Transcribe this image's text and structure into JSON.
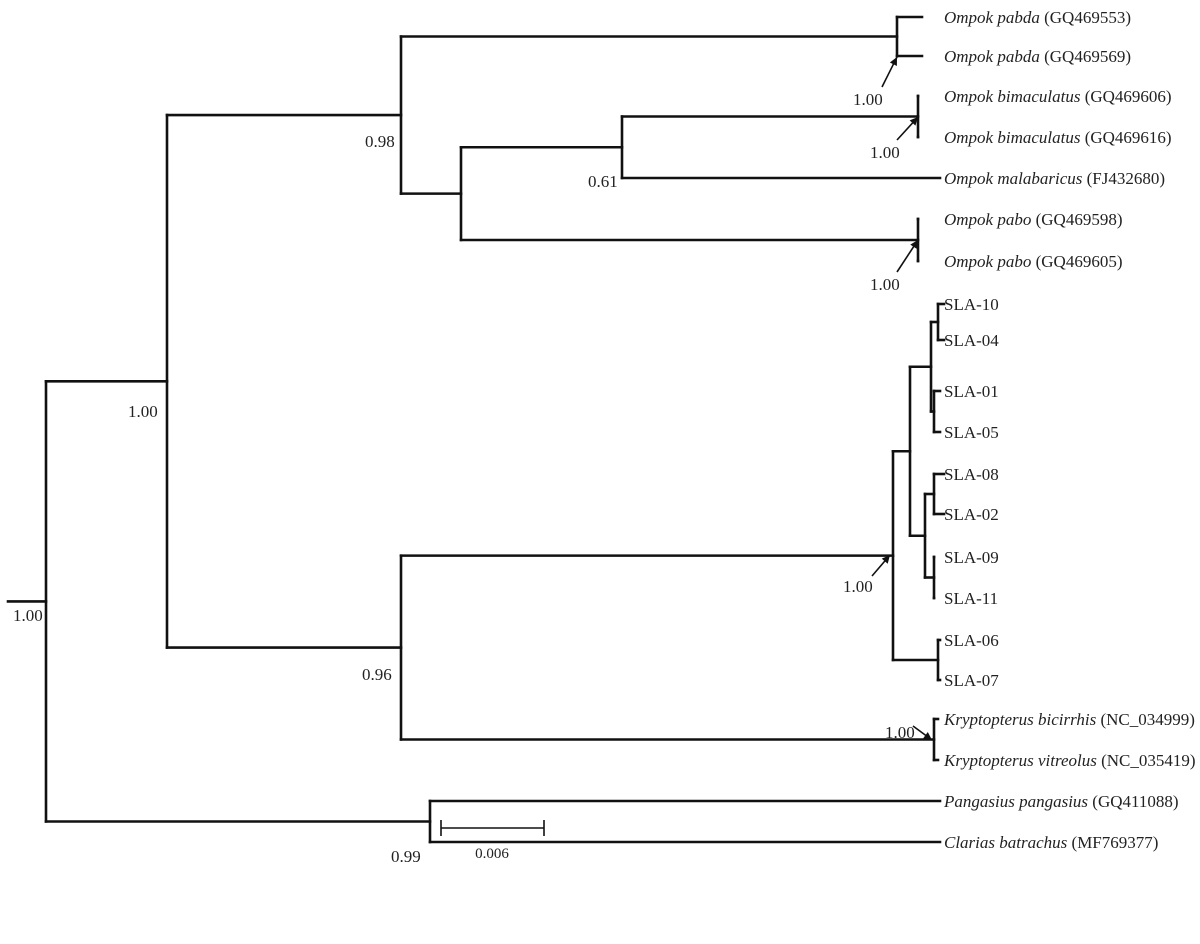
{
  "tips": [
    {
      "id": "t1",
      "species": "Ompok pabda",
      "acc": "(GQ469553)"
    },
    {
      "id": "t2",
      "species": "Ompok pabda",
      "acc": "(GQ469569)"
    },
    {
      "id": "t3",
      "species": "Ompok bimaculatus",
      "acc": "(GQ469606)"
    },
    {
      "id": "t4",
      "species": "Ompok bimaculatus",
      "acc": "(GQ469616)"
    },
    {
      "id": "t5",
      "species": "Ompok malabaricus",
      "acc": "(FJ432680)"
    },
    {
      "id": "t6",
      "species": "Ompok pabo",
      "acc": "(GQ469598)"
    },
    {
      "id": "t7",
      "species": "Ompok pabo",
      "acc": "(GQ469605)"
    },
    {
      "id": "t8",
      "species": "",
      "acc": "SLA-10"
    },
    {
      "id": "t9",
      "species": "",
      "acc": "SLA-04"
    },
    {
      "id": "t10",
      "species": "",
      "acc": "SLA-01"
    },
    {
      "id": "t11",
      "species": "",
      "acc": "SLA-05"
    },
    {
      "id": "t12",
      "species": "",
      "acc": "SLA-08"
    },
    {
      "id": "t13",
      "species": "",
      "acc": "SLA-02"
    },
    {
      "id": "t14",
      "species": "",
      "acc": "SLA-09"
    },
    {
      "id": "t15",
      "species": "",
      "acc": "SLA-11"
    },
    {
      "id": "t16",
      "species": "",
      "acc": "SLA-06"
    },
    {
      "id": "t17",
      "species": "",
      "acc": "SLA-07"
    },
    {
      "id": "t18",
      "species": "Kryptopterus bicirrhis",
      "acc": "(NC_034999)"
    },
    {
      "id": "t19",
      "species": "Kryptopterus vitreolus",
      "acc": "(NC_035419)"
    },
    {
      "id": "t20",
      "species": "Pangasius pangasius",
      "acc": "(GQ411088)"
    },
    {
      "id": "t21",
      "species": "Clarias batrachus",
      "acc": "(MF769377)"
    }
  ],
  "support": [
    {
      "node": "pabda",
      "value": "1.00"
    },
    {
      "node": "bimac",
      "value": "1.00"
    },
    {
      "node": "bimac_mal",
      "value": "0.61"
    },
    {
      "node": "pabo",
      "value": "1.00"
    },
    {
      "node": "ompok",
      "value": "0.98"
    },
    {
      "node": "ingroup",
      "value": "1.00"
    },
    {
      "node": "sla",
      "value": "1.00"
    },
    {
      "node": "krypt",
      "value": "1.00"
    },
    {
      "node": "sla_krypt",
      "value": "0.96"
    },
    {
      "node": "outgroup",
      "value": "0.99"
    },
    {
      "node": "root",
      "value": "1.00"
    }
  ],
  "scale": {
    "label": "0.006"
  }
}
